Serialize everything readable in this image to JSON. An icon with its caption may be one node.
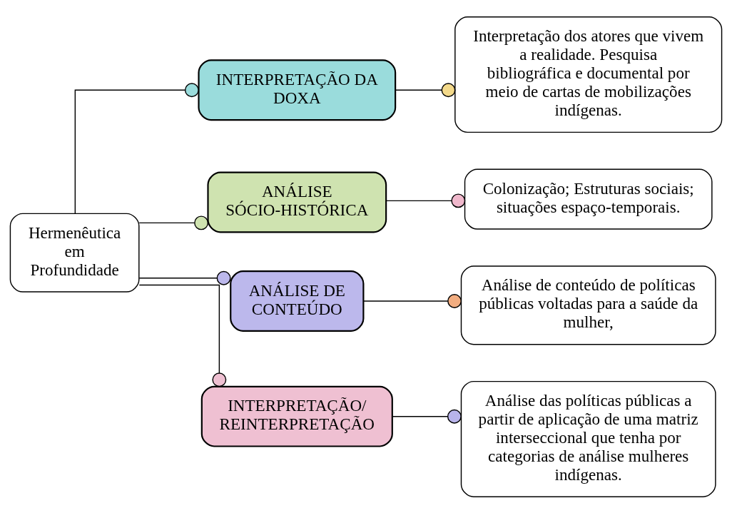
{
  "diagram": {
    "nodes": [
      {
        "text": [
          "Hermenêutica em Profundidade"
        ]
      },
      {
        "text": [
          "INTERPRETAÇÃO DA DOXA"
        ]
      },
      {
        "text": [
          "ANÁLISE SÓCIO-HISTÓRICA"
        ]
      },
      {
        "text": [
          "ANÁLISE DE CONTEÚDO"
        ]
      },
      {
        "text": [
          "INTERPRETAÇÃO/ REINTERPRETAÇÃO"
        ]
      },
      {
        "text": [
          "Interpretação dos atores que vivem a realidade. Pesquisa bibliográfica e documental por meio de cartas de mobilizações indígenas."
        ]
      },
      {
        "text": [
          "Colonização; Estruturas sociais; situações espaço-temporais."
        ]
      },
      {
        "text": [
          "Análise de conteúdo de políticas públicas voltadas para a saúde da mulher,"
        ]
      },
      {
        "text": [
          "Análise das políticas públicas a partir de aplicação de uma matriz interseccional que tenha por categorias de análise mulheres indígenas."
        ]
      }
    ],
    "edges": [
      {
        "from": 0,
        "to": 1,
        "arrow": "other"
      },
      {
        "from": 0,
        "to": 2,
        "arrow": "other"
      },
      {
        "from": 0,
        "to": 3,
        "arrow": "other"
      },
      {
        "from": 0,
        "to": 4,
        "arrow": "other"
      },
      {
        "from": 1,
        "to": 5,
        "arrow": "other"
      },
      {
        "from": 2,
        "to": 6,
        "arrow": "other"
      },
      {
        "from": 3,
        "to": 7,
        "arrow": "other"
      },
      {
        "from": 4,
        "to": 8,
        "arrow": "other"
      }
    ]
  }
}
